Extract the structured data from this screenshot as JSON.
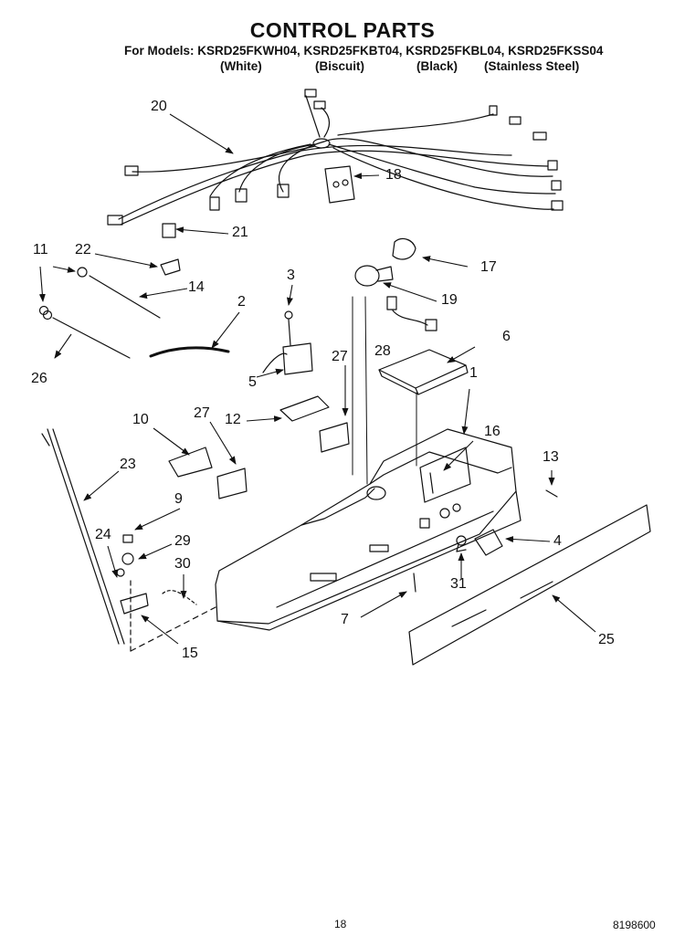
{
  "title": "CONTROL PARTS",
  "models_line": "For Models: KSRD25FKWH04, KSRD25FKBT04, KSRD25FKBL04, KSRD25FKSS04",
  "colors": [
    "(White)",
    "(Biscuit)",
    "(Black)",
    "(Stainless Steel)"
  ],
  "callouts": {
    "c1": "1",
    "c2": "2",
    "c3": "3",
    "c4": "4",
    "c5": "5",
    "c6": "6",
    "c7": "7",
    "c9": "9",
    "c10": "10",
    "c11": "11",
    "c12": "12",
    "c13": "13",
    "c14": "14",
    "c15": "15",
    "c16": "16",
    "c17": "17",
    "c18": "18",
    "c19": "19",
    "c20": "20",
    "c21": "21",
    "c22": "22",
    "c23": "23",
    "c24": "24",
    "c25": "25",
    "c26": "26",
    "c27a": "27",
    "c27b": "27",
    "c28": "28",
    "c29": "29",
    "c30": "30",
    "c31": "31"
  },
  "footer": {
    "page_number": "18",
    "doc_number": "8198600"
  }
}
